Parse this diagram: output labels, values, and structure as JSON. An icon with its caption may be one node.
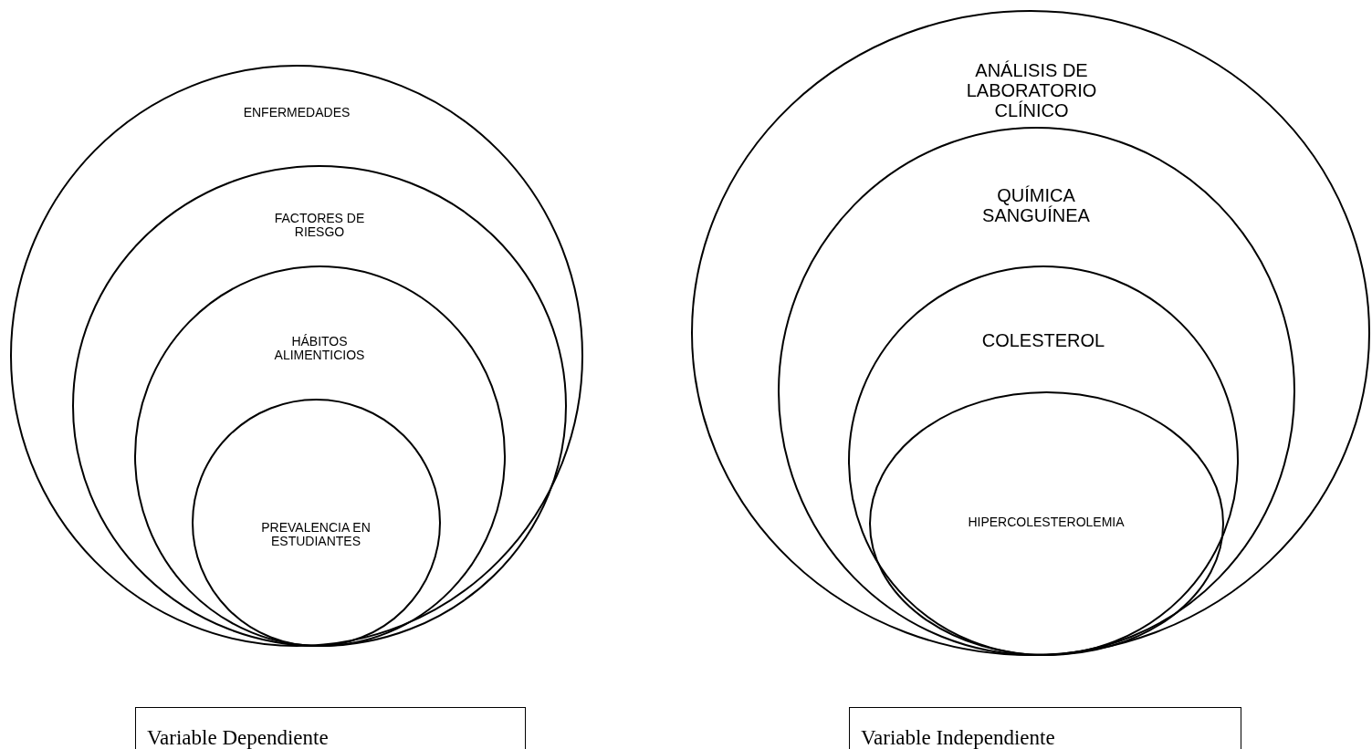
{
  "diagram": {
    "nodes": [
      {
        "text": [
          "ENFERMEDADES"
        ]
      },
      {
        "text": [
          "FACTORES DE RIESGO"
        ],
        "in": 0
      },
      {
        "text": [
          "HÁBITOS ALIMENTICIOS"
        ],
        "in": 1
      },
      {
        "text": [
          "PREVALENCIA EN ESTUDIANTES"
        ],
        "in": 2
      },
      {
        "text": [
          "ANÁLISIS DE LABORATORIO CLÍNICO"
        ]
      },
      {
        "text": [
          "QUÍMICA SANGUÍNEA"
        ],
        "in": 4
      },
      {
        "text": [
          "COLESTEROL"
        ],
        "in": 5
      },
      {
        "text": [
          "HIPERCOLESTEROLEMIA"
        ],
        "in": 6
      },
      {
        "text": [
          "Variable Dependiente"
        ]
      },
      {
        "text": [
          "Variable Independiente"
        ]
      }
    ],
    "edges": []
  }
}
